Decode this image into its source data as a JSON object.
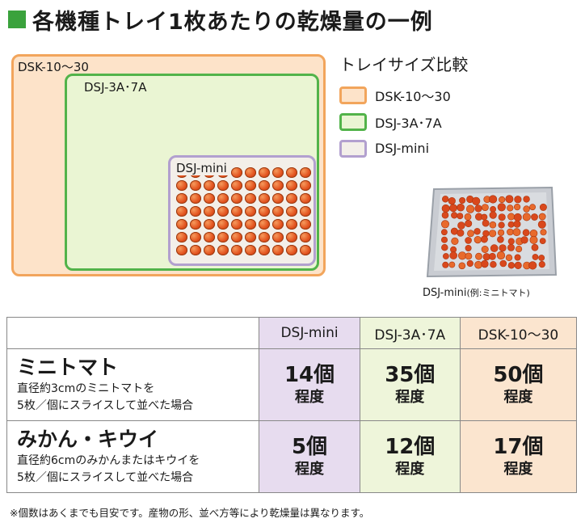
{
  "title": "各機種トレイ1枚あたりの乾燥量の一例",
  "diagram": {
    "tray_large": "DSK-10〜30",
    "tray_medium": "DSJ-3A･7A",
    "tray_small": "DSJ-mini",
    "tomato_count": 70
  },
  "legend": {
    "title": "トレイサイズ比較",
    "items": [
      {
        "label": "DSK-10〜30",
        "fill": "#fde3c9",
        "border": "#f2a55c"
      },
      {
        "label": "DSJ-3A･7A",
        "fill": "#eaf5d3",
        "border": "#52b34a"
      },
      {
        "label": "DSJ-mini",
        "fill": "#f3efe9",
        "border": "#b2a0cf"
      }
    ]
  },
  "photo": {
    "caption_main": "DSJ-mini",
    "caption_note": "(例:ミニトマト)"
  },
  "table": {
    "headers": [
      "DSJ-mini",
      "DSJ-3A･7A",
      "DSK-10〜30"
    ],
    "rows": [
      {
        "name": "ミニトマト",
        "desc1": "直径約3cmのミニトマトを",
        "desc2": "5枚／個にスライスして並べた場合",
        "values": [
          "14個",
          "35個",
          "50個"
        ],
        "unit": "程度"
      },
      {
        "name": "みかん・キウイ",
        "desc1": "直径約6cmのみかんまたはキウイを",
        "desc2": "5枚／個にスライスして並べた場合",
        "values": [
          "5個",
          "12個",
          "17個"
        ],
        "unit": "程度"
      }
    ]
  },
  "footnote": "※個数はあくまでも目安です。産物の形、並べ方等により乾燥量は異なります。",
  "colors": {
    "title_accent": "#3aa23c",
    "mini": "#e7dcef",
    "dsj": "#eef5da",
    "dsk": "#fbe5cf",
    "tomato": "#e3531f"
  }
}
